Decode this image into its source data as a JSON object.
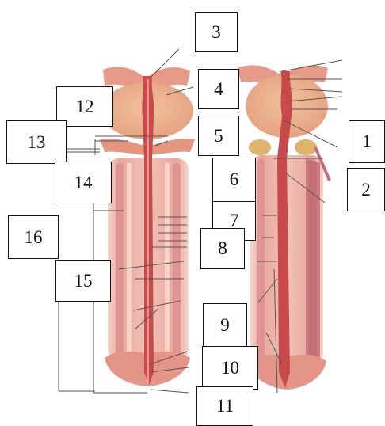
{
  "figure": {
    "labels": [
      "1",
      "2",
      "3",
      "4",
      "5",
      "6",
      "7",
      "8",
      "9",
      "10",
      "11",
      "12",
      "13",
      "14",
      "15",
      "16"
    ],
    "colors": {
      "tissue_light": "#e8a58f",
      "tissue_pink": "#f3c3b4",
      "urethra_red": "#c84a4a",
      "gland": "#eeb48f",
      "bulb_yellow": "#e0b36a",
      "shaft_stripe": "#d07a80",
      "label_border": "#111111"
    }
  }
}
